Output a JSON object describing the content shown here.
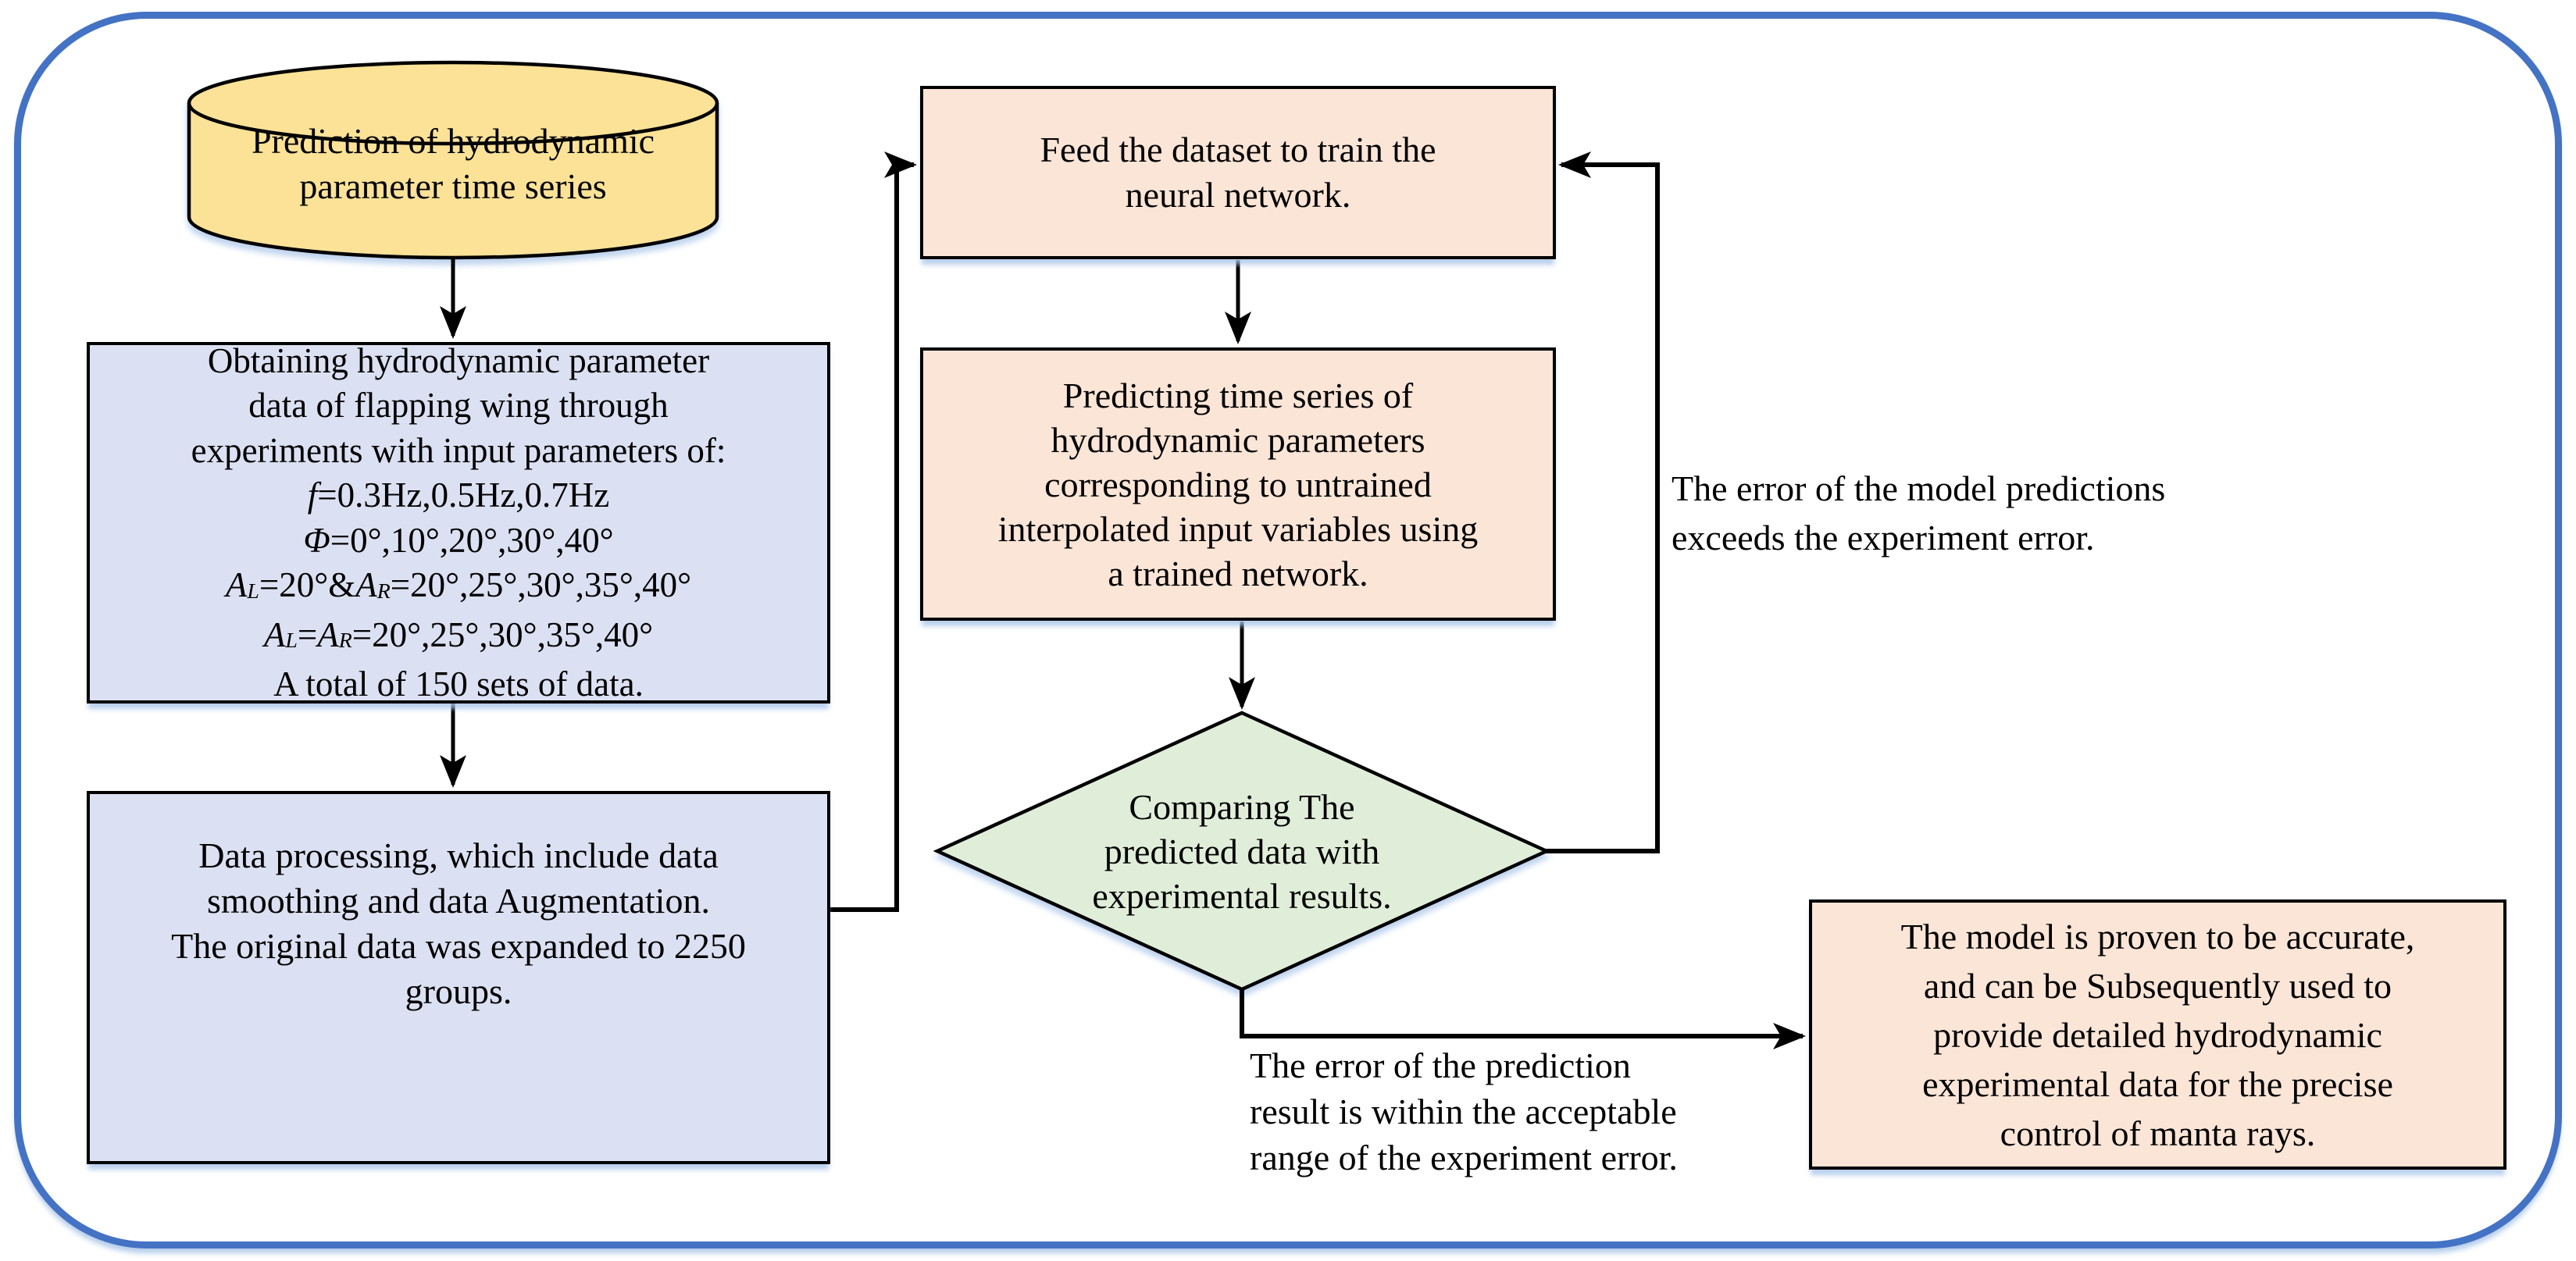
{
  "title": "Hydrodynamic parameter prediction flowchart",
  "colors": {
    "outer_border": "#4472C4",
    "box_blue": "#DBE1F2",
    "box_orange": "#FBE5D6",
    "cylinder_yellow": "#FBE297",
    "diamond_green": "#E0EED9",
    "line_stroke": "#000000",
    "shadow_blue": "#A8C4E8"
  },
  "nodes": {
    "start_cylinder": {
      "shape": "cylinder",
      "text": "Prediction of hydrodynamic\nparameter time series"
    },
    "obtain_box": {
      "shape": "rectangle",
      "lines": [
        [
          {
            "t": "Obtaining hydrodynamic parameter"
          }
        ],
        [
          {
            "t": "data of flapping wing through"
          }
        ],
        [
          {
            "t": "experiments with input parameters of:"
          }
        ],
        [
          {
            "t": "f",
            "s": "i"
          },
          {
            "t": "=0.3Hz,0.5Hz,0.7Hz"
          }
        ],
        [
          {
            "t": "Φ",
            "s": "i"
          },
          {
            "t": "=0°,10°,20°,30°,40°"
          }
        ],
        [
          {
            "t": "A",
            "s": "i"
          },
          {
            "t": "L",
            "s": "sub"
          },
          {
            "t": "=20°&"
          },
          {
            "t": "A",
            "s": "i"
          },
          {
            "t": "R",
            "s": "sub"
          },
          {
            "t": "=20°,25°,30°,35°,40°"
          }
        ],
        [
          {
            "t": "A",
            "s": "i"
          },
          {
            "t": "L",
            "s": "sub"
          },
          {
            "t": "="
          },
          {
            "t": "A",
            "s": "i"
          },
          {
            "t": "R",
            "s": "sub"
          },
          {
            "t": "=20°,25°,30°,35°,40°"
          }
        ],
        [
          {
            "t": "A total of 150 sets of data."
          }
        ]
      ]
    },
    "process_box": {
      "shape": "rectangle",
      "text": "Data processing, which include data\nsmoothing and data Augmentation.\nThe original data was expanded to 2250\ngroups."
    },
    "feed_box": {
      "shape": "rectangle",
      "text": "Feed the dataset to train the\nneural network."
    },
    "predict_box": {
      "shape": "rectangle",
      "text": "Predicting time series of\nhydrodynamic parameters\ncorresponding to untrained\ninterpolated input variables using\na trained network."
    },
    "compare_diamond": {
      "shape": "decision-diamond",
      "text": "Comparing The\npredicted data with\nexperimental results."
    },
    "result_box": {
      "shape": "rectangle",
      "text": "The model is proven to be accurate,\nand can be Subsequently used to\nprovide detailed hydrodynamic\nexperimental data for the precise\ncontrol of manta rays."
    }
  },
  "labels": {
    "exceeds": "The error of the model predictions\nexceeds the experiment error.",
    "within": "The error of the  prediction\nresult is within the acceptable\nrange of the experiment error."
  }
}
